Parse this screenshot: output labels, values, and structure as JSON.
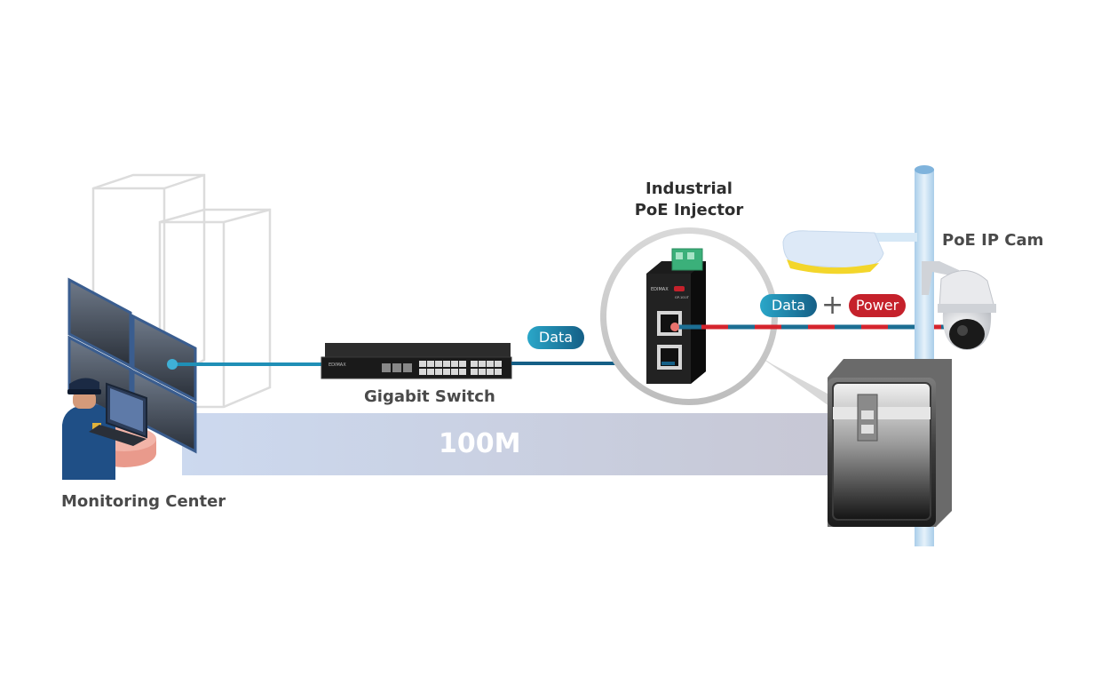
{
  "labels": {
    "monitoring_center": "Monitoring Center",
    "gigabit_switch": "Gigabit Switch",
    "industrial": "Industrial",
    "poe_injector": "PoE Injector",
    "poe_ip_cam": "PoE IP Cam",
    "data_pill_1": "Data",
    "data_pill_2": "Data",
    "power_pill": "Power",
    "plus_sign": "+",
    "distance": "100M"
  },
  "device_text": {
    "switch_brand": "EDIMAX",
    "injector_brand": "EDIMAX",
    "injector_pn": "GP-101IT"
  },
  "colors": {
    "data_blue": "#1f8fb6",
    "data_dark": "#155f86",
    "power_red": "#d5242d",
    "distance_band": "#c3d0e6",
    "label_gray": "#4a4a4a"
  }
}
